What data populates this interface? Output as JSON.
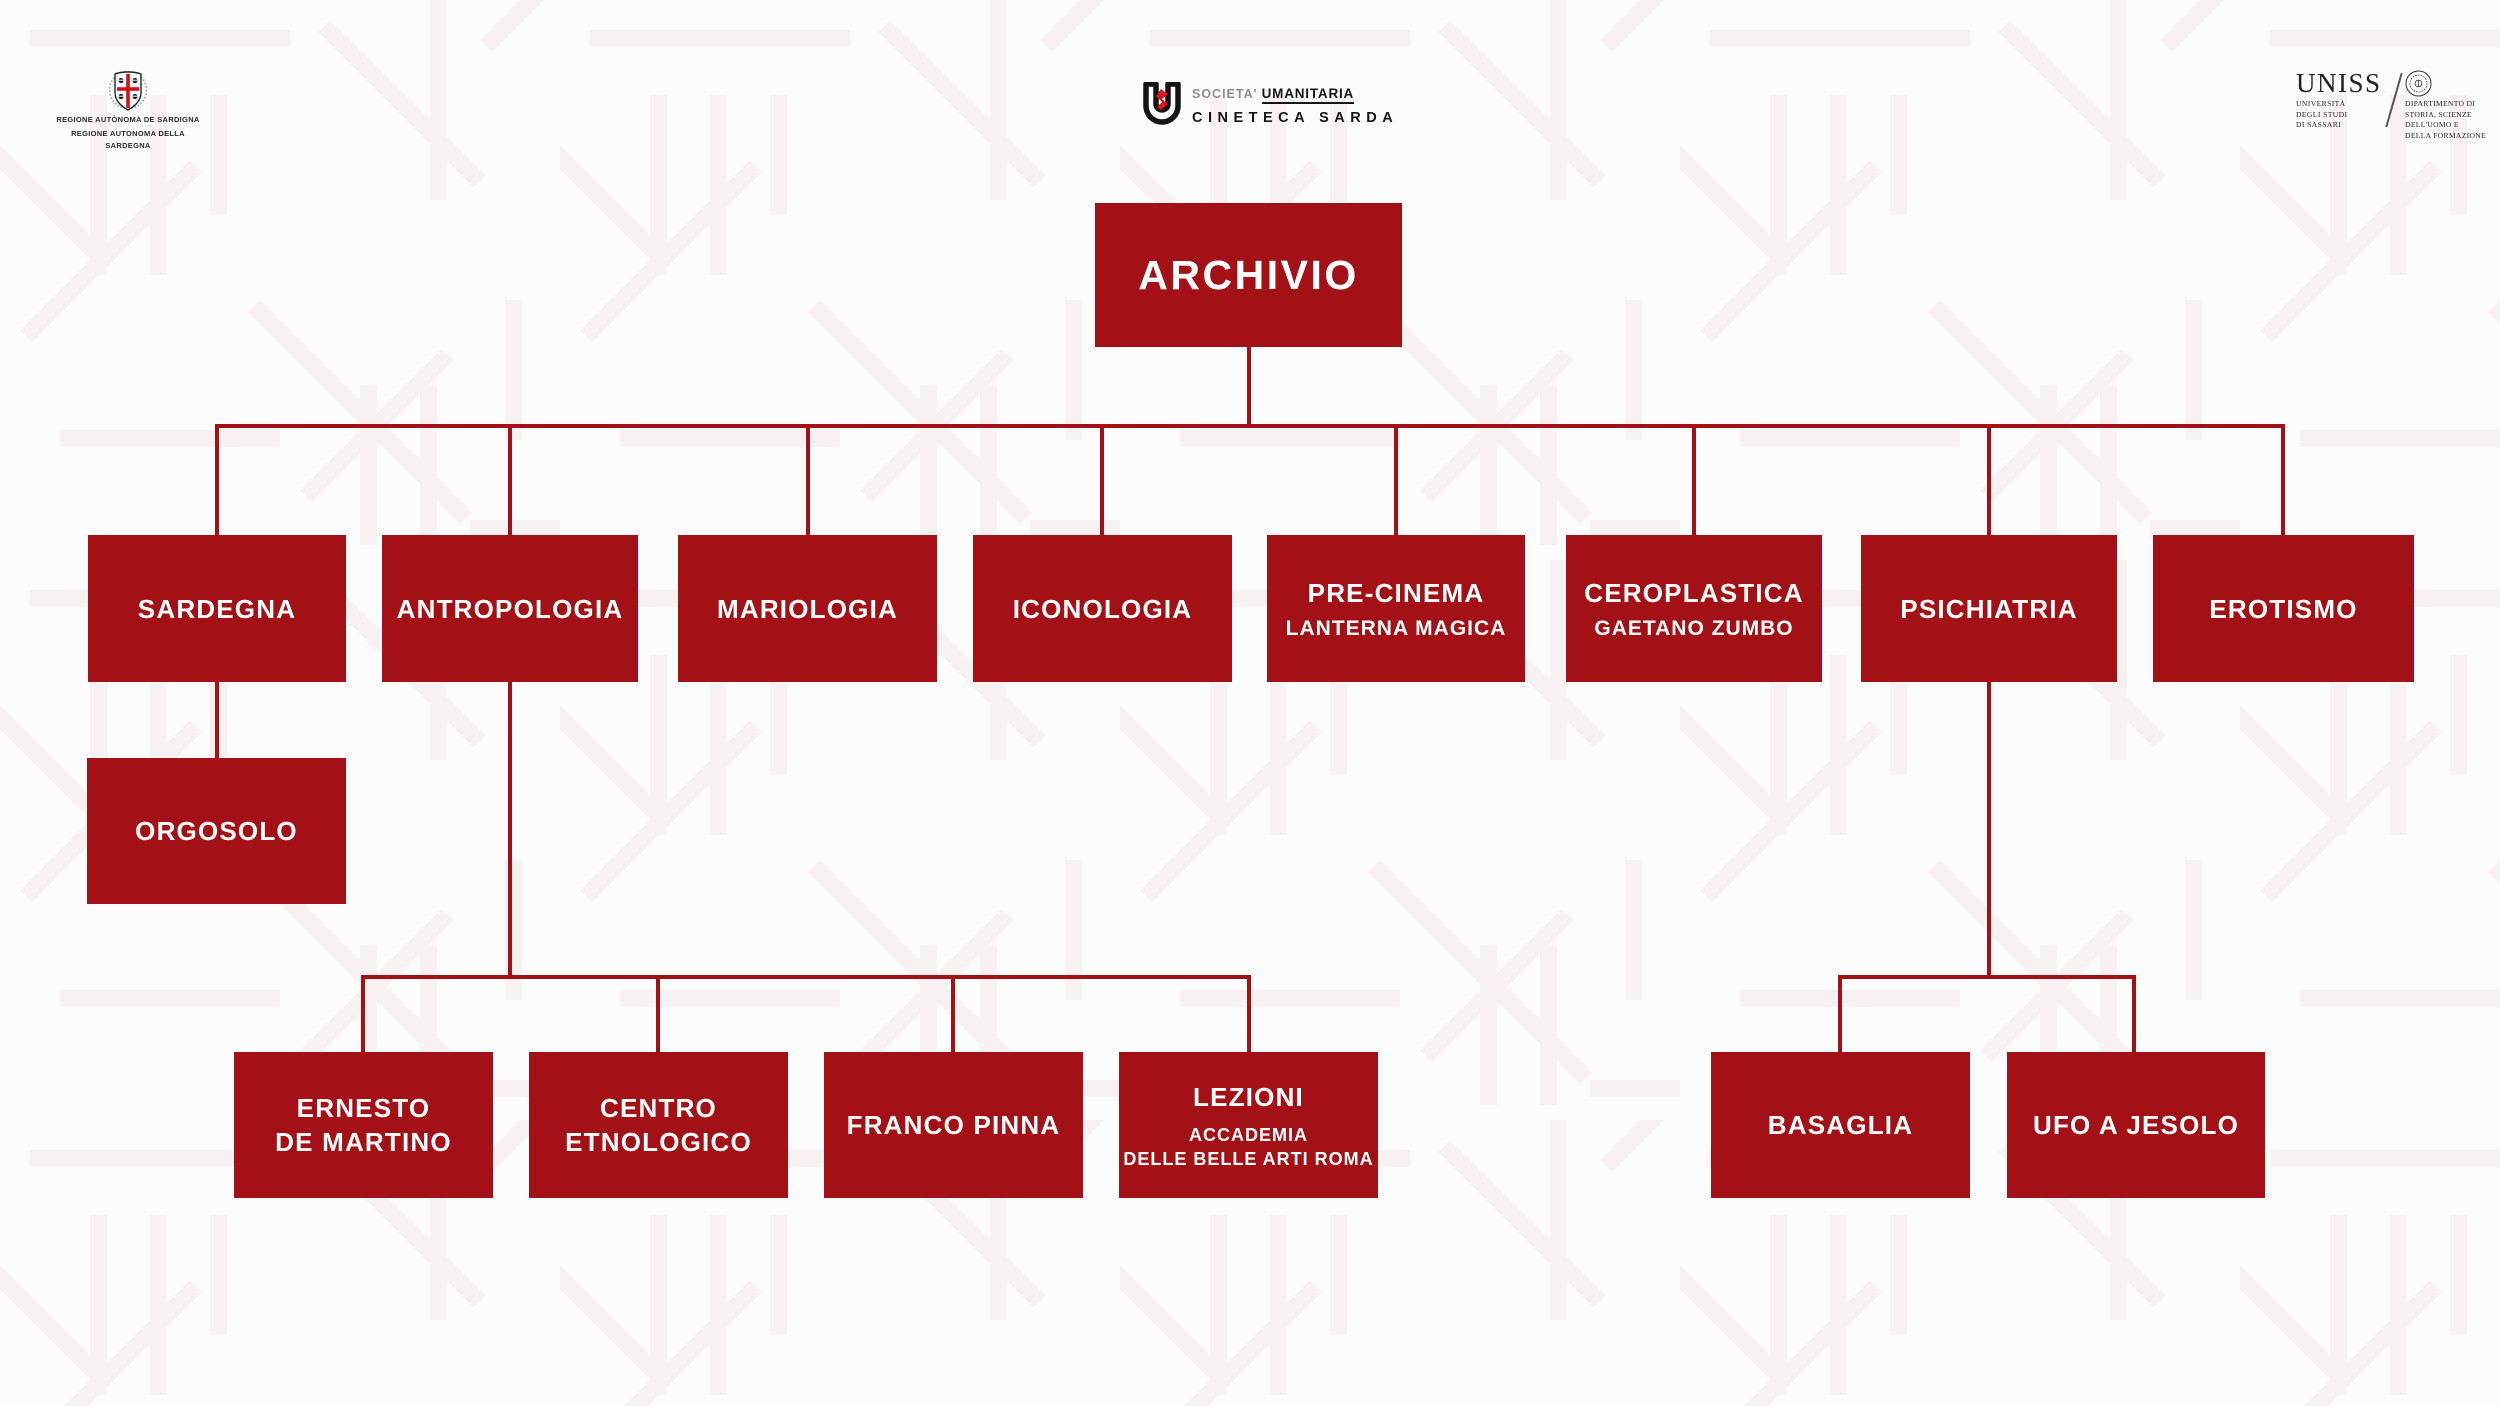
{
  "colors": {
    "box_red": "#A31117",
    "line_red": "#A31117",
    "background": "#FDFCFC",
    "box_text": "#FFFFFF"
  },
  "header": {
    "left_logo": {
      "name": "regione-autonoma-sardegna-crest",
      "line1": "REGIONE AUTÒNOMA DE SARDIGNA",
      "line2": "REGIONE AUTONOMA DELLA SARDEGNA"
    },
    "center_logo": {
      "society_outline": "SOCIETA'",
      "society_bold": "UMANITARIA",
      "subtitle": "CINETECA SARDA"
    },
    "right_logo": {
      "wordmark": "UNISS",
      "university": "UNIVERSITÀ\nDEGLI STUDI\nDI SASSARI",
      "department": "DIPARTIMENTO DI\nSTORIA, SCIENZE\nDELL'UOMO E\nDELLA FORMAZIONE"
    }
  },
  "chart": {
    "root": {
      "label": "ARCHIVIO"
    },
    "level2": [
      {
        "label": "SARDEGNA"
      },
      {
        "label": "ANTROPOLOGIA"
      },
      {
        "label": "MARIOLOGIA"
      },
      {
        "label": "ICONOLOGIA"
      },
      {
        "label": "PRE-CINEMA",
        "subtitle": "LANTERNA MAGICA"
      },
      {
        "label": "CEROPLASTICA",
        "subtitle": "GAETANO ZUMBO"
      },
      {
        "label": "PSICHIATRIA"
      },
      {
        "label": "EROTISMO"
      }
    ],
    "children": {
      "orgosolo": {
        "label": "ORGOSOLO"
      },
      "ernesto": {
        "label": "ERNESTO\nDE MARTINO"
      },
      "centro": {
        "label": "CENTRO\nETNOLOGICO"
      },
      "franco": {
        "label": "FRANCO PINNA"
      },
      "lezioni": {
        "label": "LEZIONI",
        "subtitle": "ACCADEMIA\nDELLE BELLE ARTI ROMA"
      },
      "basaglia": {
        "label": "BASAGLIA"
      },
      "ufo": {
        "label": "UFO A JESOLO"
      }
    }
  }
}
